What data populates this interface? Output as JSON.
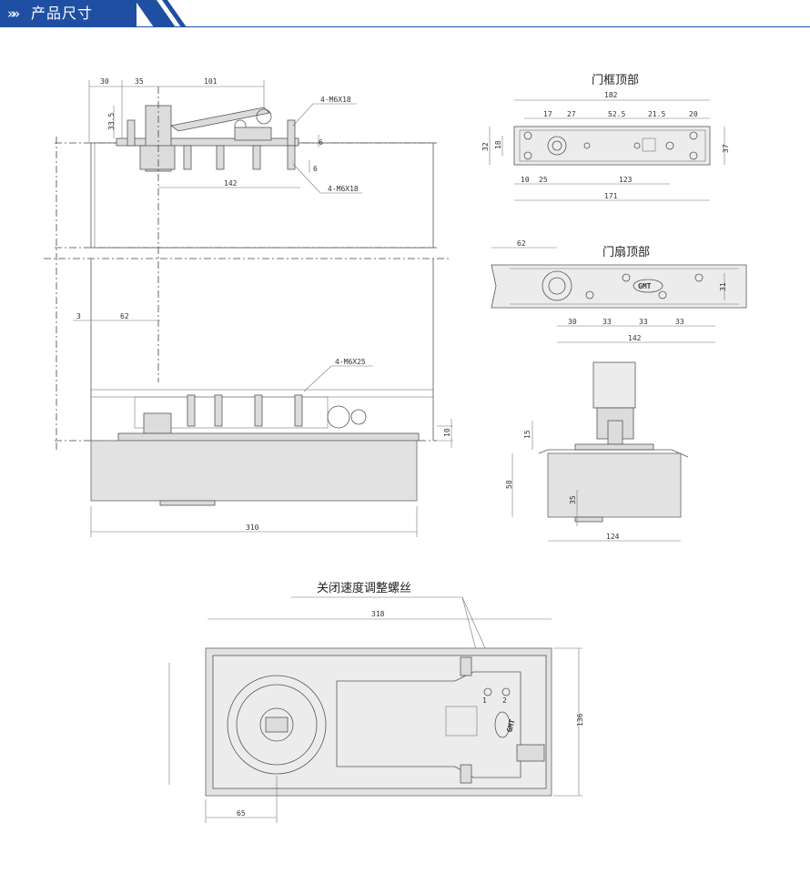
{
  "header": {
    "title": "产品尺寸",
    "chevron_glyph": "»»",
    "accent_color": "#1f4fa3"
  },
  "views": {
    "frame_top": {
      "title": "门框顶部",
      "dims": [
        "182",
        "17",
        "27",
        "52.5",
        "21.5",
        "20",
        "32",
        "18",
        "37",
        "10",
        "25",
        "123",
        "171"
      ]
    },
    "door_top": {
      "title": "门扇顶部",
      "dims": [
        "62",
        "31",
        "30",
        "33",
        "33",
        "33",
        "142"
      ],
      "logo": "GMT"
    },
    "elevation": {
      "dims": [
        "30",
        "35",
        "101",
        "33.5",
        "6",
        "6",
        "142",
        "3",
        "62",
        "10",
        "310"
      ],
      "notes": [
        "4-M6X18",
        "4-M6X18",
        "4-M6X25"
      ]
    },
    "side": {
      "dims": [
        "15",
        "58",
        "35",
        "124"
      ]
    },
    "plan": {
      "title": "关闭速度调整螺丝",
      "dims": [
        "318",
        "136",
        "65"
      ],
      "screw_labels": [
        "1",
        "2"
      ],
      "logo": "GMT"
    }
  }
}
